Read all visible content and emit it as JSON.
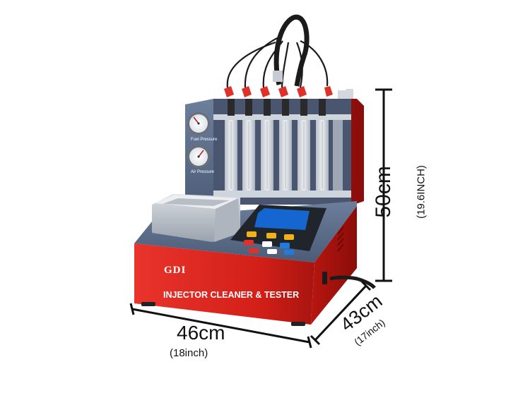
{
  "product": {
    "brand": "GDI",
    "model_name": "INJECTOR CLEANER & TESTER",
    "gauge_top_label": "Fuel Pressure",
    "gauge_bottom_label": "Air Pressure",
    "injector_count": 6,
    "body_color": "#d8231c",
    "panel_color": "#5b6d8a",
    "hose_color": "#1b1b1b",
    "nozzle_color": "#e0302a"
  },
  "dimensions": {
    "height": "50cm",
    "height_alt": "(19.6INCH)",
    "width": "46cm",
    "width_alt": "(18inch)",
    "depth": "43cm",
    "depth_alt": "(17inch)",
    "line_color": "#111111"
  }
}
